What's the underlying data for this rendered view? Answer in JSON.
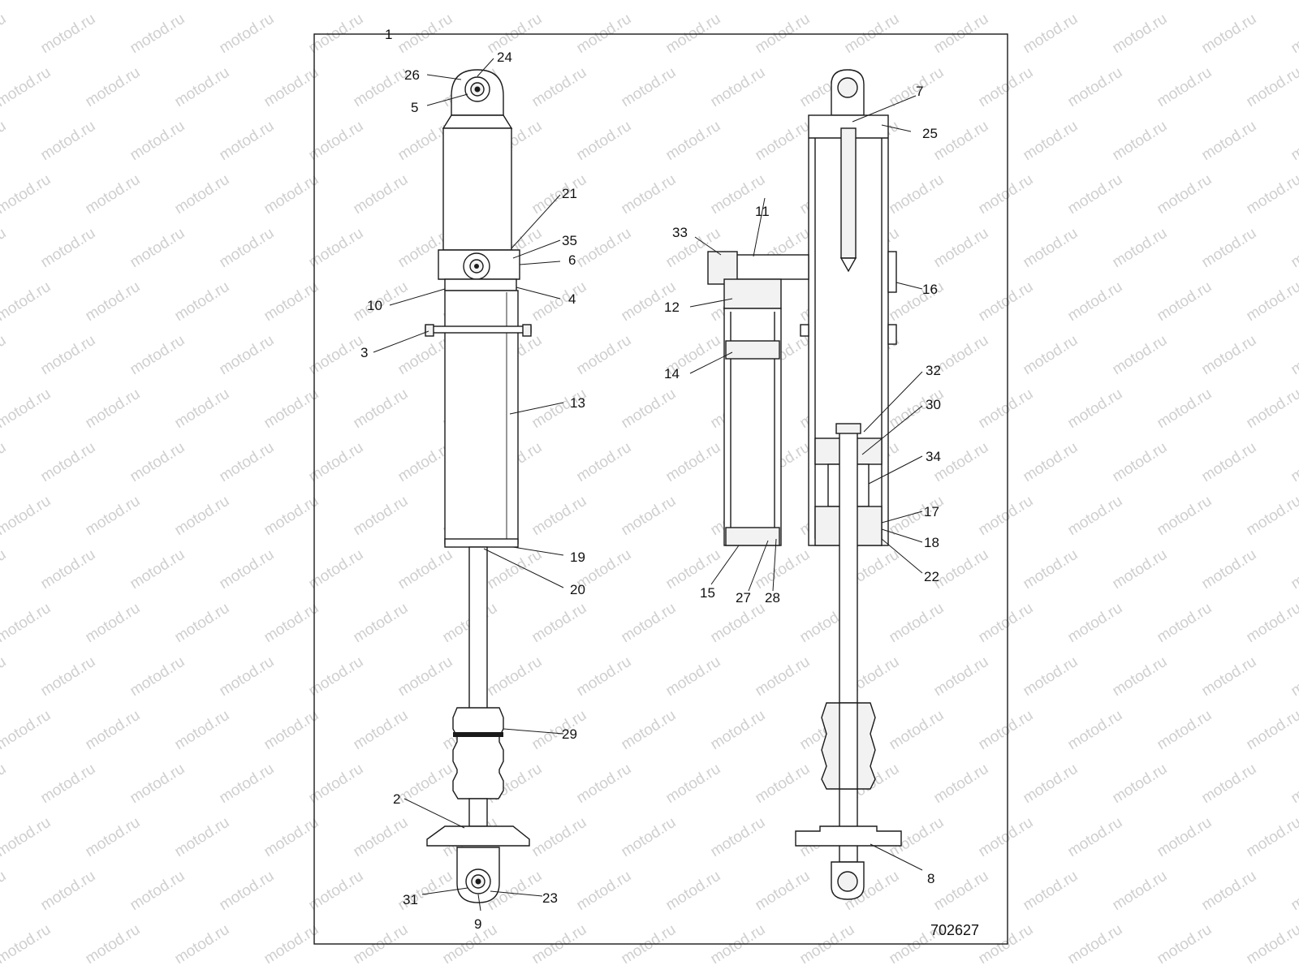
{
  "watermark": "motod.ru",
  "figure_id": "702627",
  "callouts": [
    "1",
    "2",
    "3",
    "4",
    "5",
    "6",
    "7",
    "8",
    "9",
    "10",
    "11",
    "12",
    "13",
    "14",
    "15",
    "16",
    "17",
    "18",
    "19",
    "20",
    "21",
    "22",
    "23",
    "24",
    "25",
    "26",
    "27",
    "28",
    "29",
    "30",
    "31",
    "32",
    "33",
    "34",
    "35"
  ]
}
